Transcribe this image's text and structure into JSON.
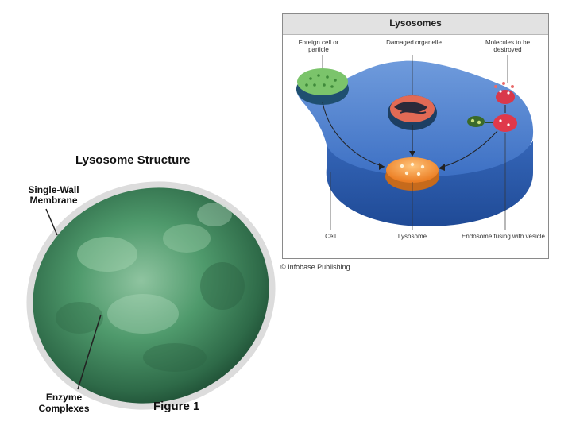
{
  "left_figure": {
    "title": "Lysosome Structure",
    "label_membrane": "Single-Wall Membrane",
    "label_enzyme": "Enzyme Complexes",
    "figure_label": "Figure 1"
  },
  "right_figure": {
    "title": "Lysosomes",
    "labels": {
      "foreign": "Foreign cell or particle",
      "damaged": "Damaged organelle",
      "molecules": "Molecules to be destroyed",
      "cell": "Cell",
      "lysosome": "Lysosome",
      "endosome": "Endosome fusing with vesicle"
    },
    "copyright": "© Infobase Publishing"
  },
  "colors": {
    "lysosome_green": "#3f8a5e",
    "cell_blue": "#3a6fc4",
    "lysosome_orange": "#f2953a",
    "panel_header": "#e2e2e2"
  }
}
